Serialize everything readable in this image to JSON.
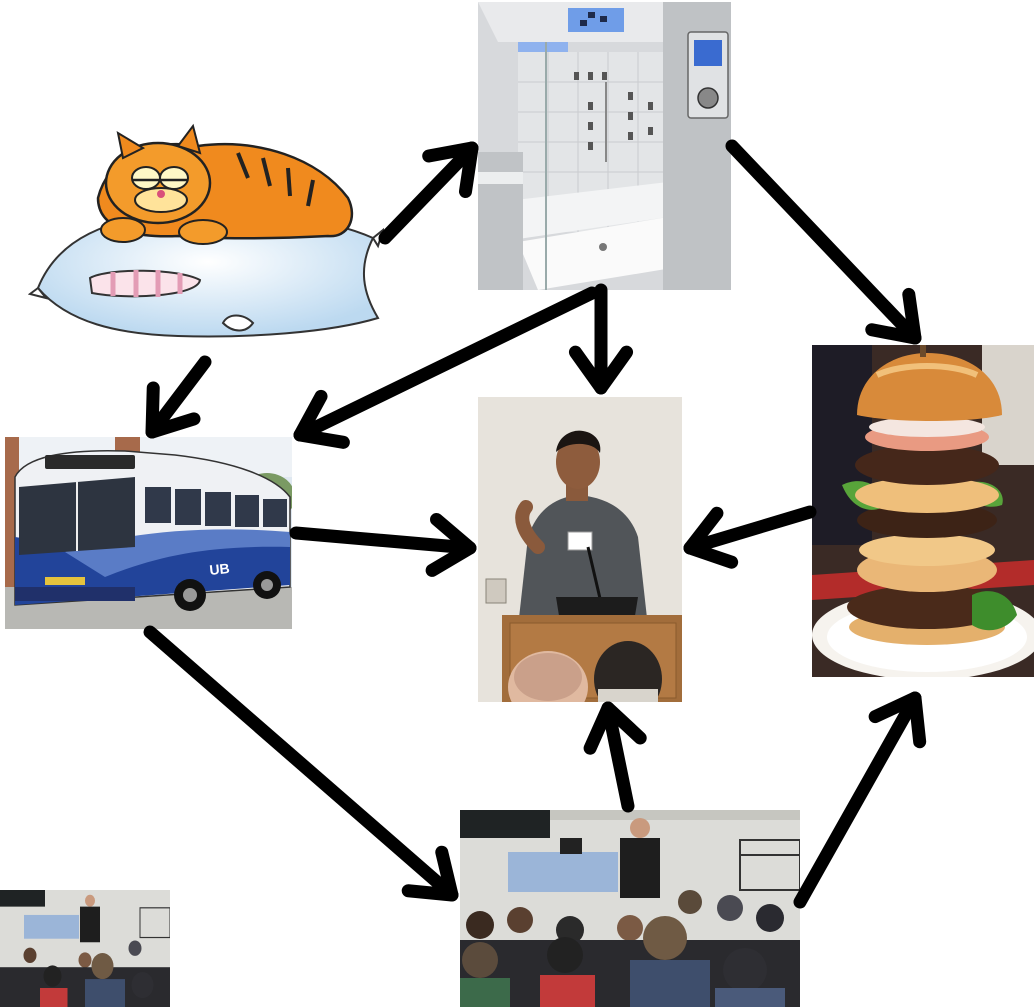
{
  "diagram": {
    "nodes": [
      {
        "id": "sleeping-cat",
        "icon": "sleeping-cat-on-pillow-picture"
      },
      {
        "id": "shower",
        "icon": "shower-room-picture"
      },
      {
        "id": "bus",
        "icon": "campus-bus-picture",
        "bus_sign": "UB"
      },
      {
        "id": "speaker",
        "icon": "presenter-at-podium-picture"
      },
      {
        "id": "burger",
        "icon": "stacked-hamburger-picture"
      },
      {
        "id": "lecture",
        "icon": "lecture-hall-picture"
      },
      {
        "id": "lecture-small",
        "icon": "lecture-hall-thumbnail-picture"
      }
    ],
    "edges": [
      {
        "from": "sleeping-cat",
        "to": "shower"
      },
      {
        "from": "sleeping-cat",
        "to": "bus"
      },
      {
        "from": "shower",
        "to": "burger"
      },
      {
        "from": "shower",
        "to": "speaker"
      },
      {
        "from": "shower",
        "to": "bus"
      },
      {
        "from": "bus",
        "to": "speaker"
      },
      {
        "from": "bus",
        "to": "lecture"
      },
      {
        "from": "burger",
        "to": "speaker"
      },
      {
        "from": "lecture",
        "to": "speaker"
      },
      {
        "from": "lecture",
        "to": "burger"
      }
    ],
    "colors": {
      "arrow": "#000000",
      "background": "#ffffff"
    }
  }
}
